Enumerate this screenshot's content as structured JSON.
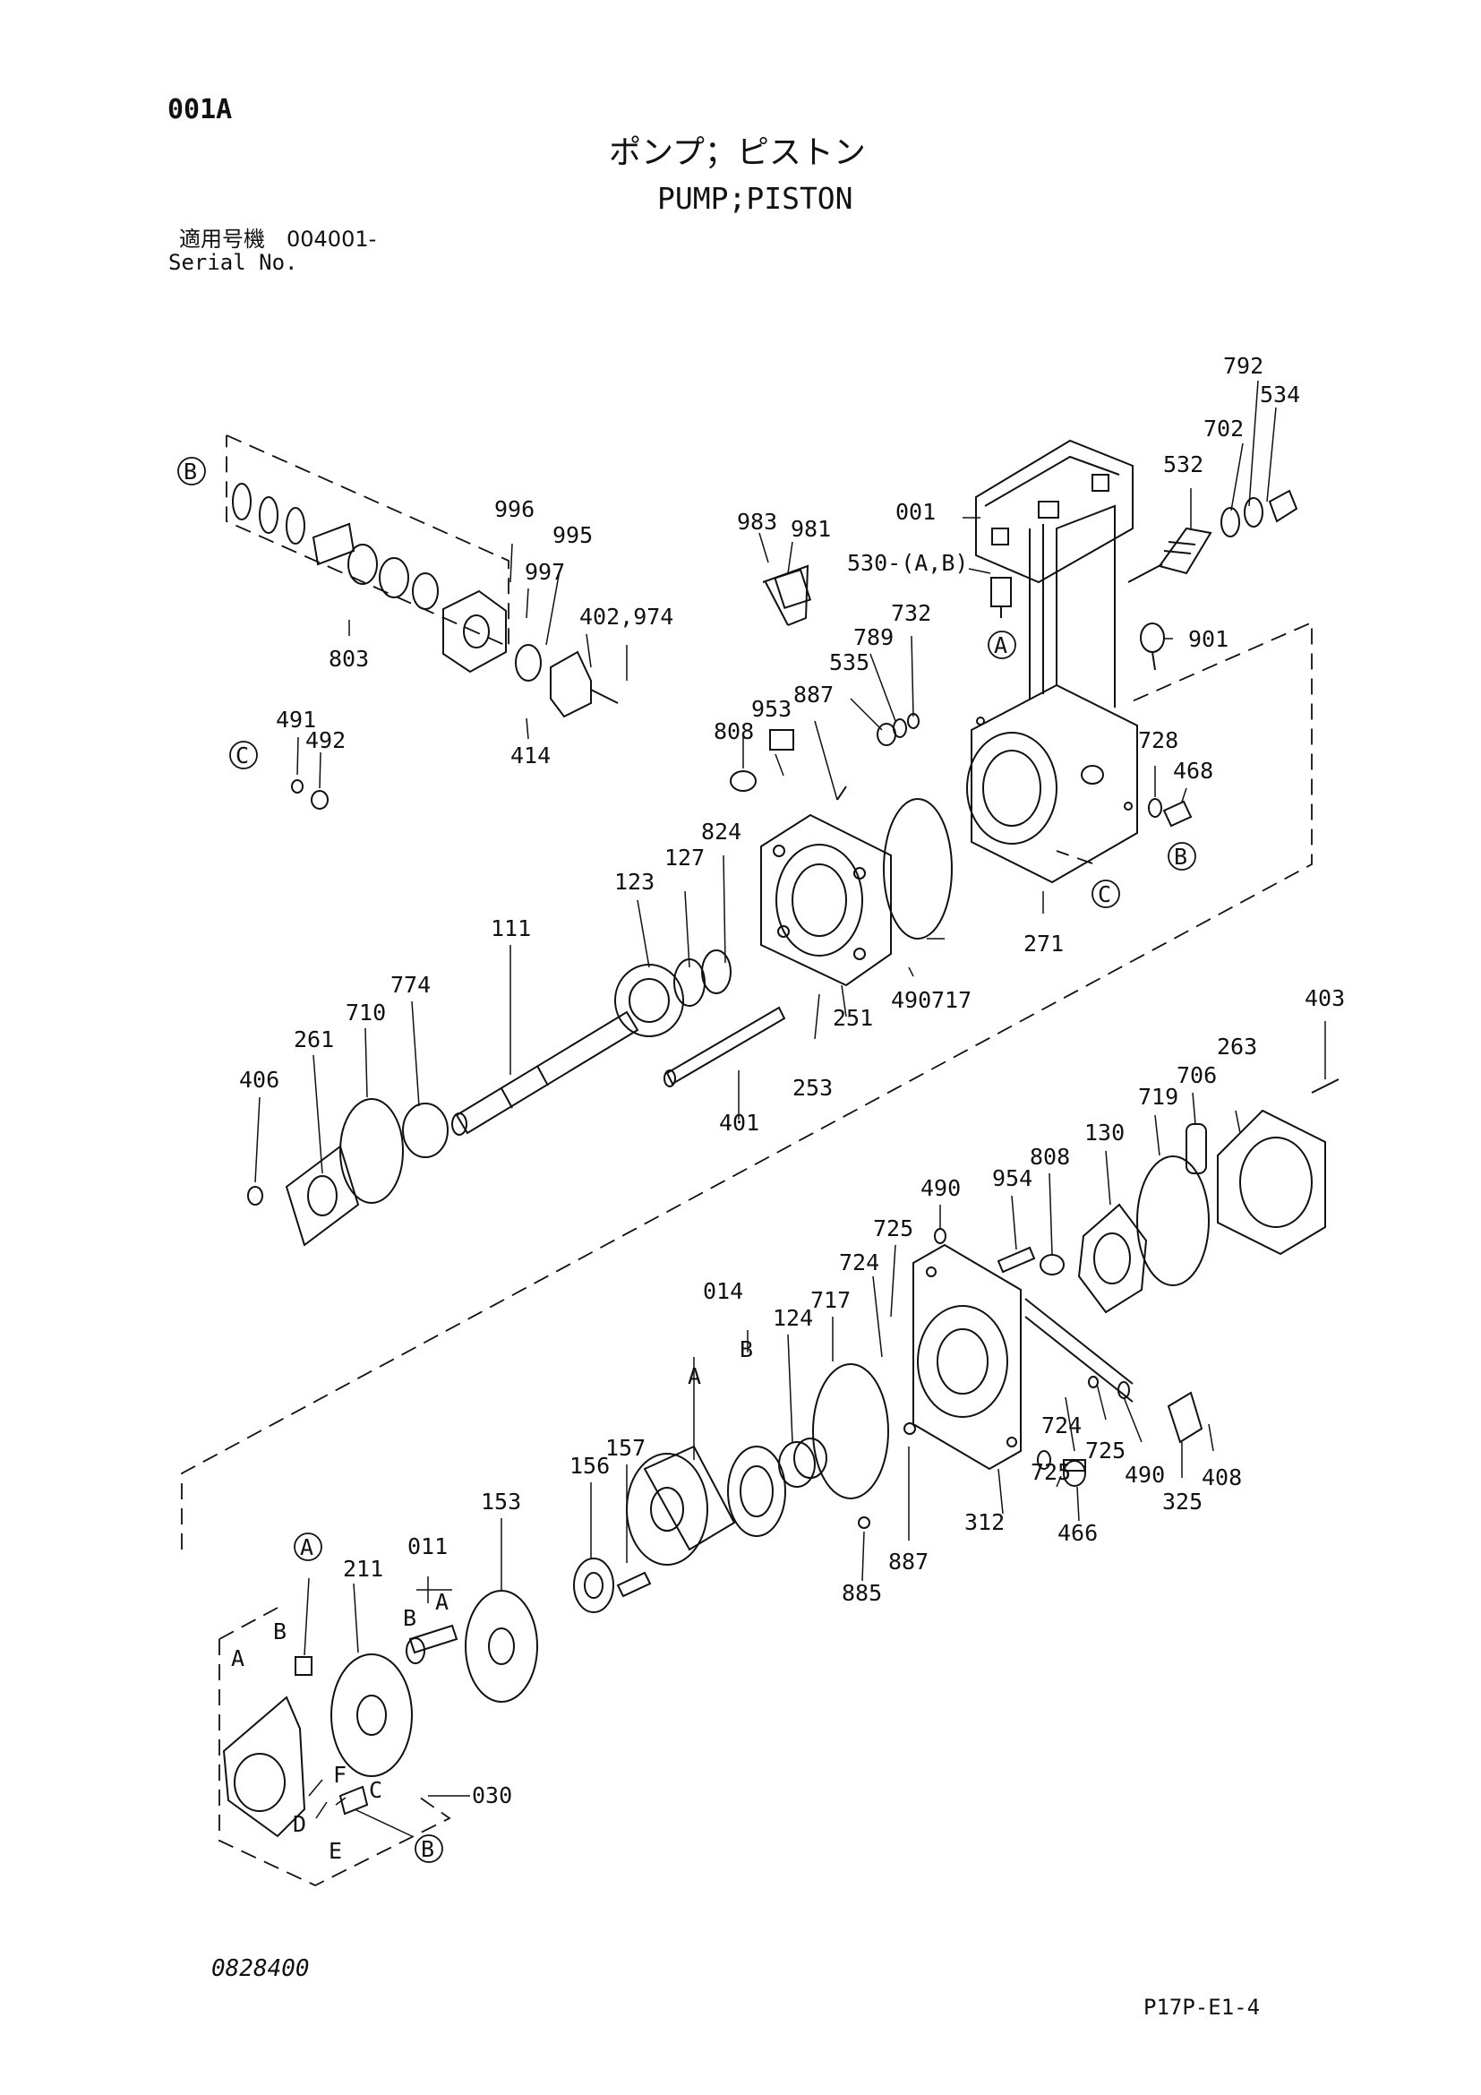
{
  "header": {
    "page_code": "001A",
    "title_jp": "ポンプ；ピストン",
    "title_en": "PUMP;PISTON",
    "serial_label_jp": "適用号機　004001-",
    "serial_label_en": "Serial No."
  },
  "footer": {
    "left_code": "0828400",
    "right_code": "P17P-E1-4"
  },
  "part_labels": {
    "p792": "792",
    "p534": "534",
    "p702": "702",
    "p532": "532",
    "p001": "001",
    "p983": "983",
    "p981": "981",
    "p530": "530-(A,B)",
    "p789": "789",
    "p732": "732",
    "p535": "535",
    "p901": "901",
    "p887a": "887",
    "p953": "953",
    "p808a": "808",
    "p728": "728",
    "p468": "468",
    "p824": "824",
    "p127": "127",
    "p123": "123",
    "p111": "111",
    "p774": "774",
    "p710": "710",
    "p261": "261",
    "p406": "406",
    "p271": "271",
    "p717a": "717",
    "p490a": "490",
    "p251": "251",
    "p253": "253",
    "p401": "401",
    "p996": "996",
    "p995": "995",
    "p997": "997",
    "p402": "402,974",
    "p803": "803",
    "p414": "414",
    "p491": "491",
    "p492": "492",
    "p403": "403",
    "p263": "263",
    "p706": "706",
    "p719": "719",
    "p130": "130",
    "p808b": "808",
    "p954": "954",
    "p490b": "490",
    "p725a": "725",
    "p724a": "724",
    "p717b": "717",
    "p124": "124",
    "p014": "014",
    "p724b": "724",
    "p725b": "725",
    "p490c": "490",
    "p325": "325",
    "p408": "408",
    "p725c": "725",
    "p466": "466",
    "p312": "312",
    "p887b": "887",
    "p885": "885",
    "p157": "157",
    "p156": "156",
    "p153": "153",
    "p011": "011",
    "p211": "211",
    "p030": "030"
  },
  "ref_markers": {
    "B": "B",
    "C": "C",
    "A": "A",
    "sub_A": "A",
    "sub_B": "B",
    "sub_C": "C",
    "sub_D": "D",
    "sub_E": "E",
    "sub_F": "F"
  }
}
